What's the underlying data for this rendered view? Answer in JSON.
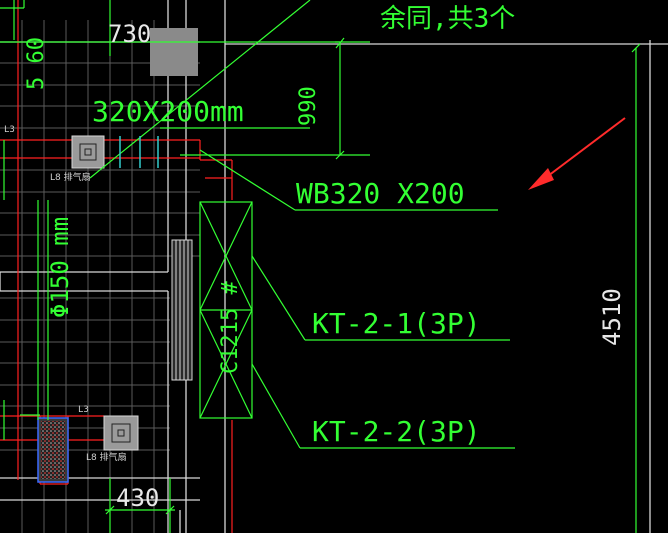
{
  "drawing": {
    "note_top": "余同,共3个",
    "dim_730": "730",
    "dim_990": "990",
    "duct_size": "320X200mm",
    "grille_label": "WB320 X200",
    "kt1_label": "KT-2-1(3P)",
    "kt2_label": "KT-2-2(3P)",
    "dim_4510": "4510",
    "dim_430": "430",
    "pipe_label": "Φ150 mm",
    "top_left_vertical": "5 60",
    "layer_l3_a": "L3",
    "layer_l3_b": "L3",
    "fan_label_a": "L8 排气扇",
    "fan_label_b": "L8 排气扇",
    "unit_label": "C1215 #"
  },
  "colors": {
    "background": "#000000",
    "cad_green": "#33ff33",
    "cad_white": "#e8e8e8",
    "cad_red": "#ff2020",
    "cad_gray": "#8a8a8a",
    "arrow_red": "#ff2b2b"
  }
}
